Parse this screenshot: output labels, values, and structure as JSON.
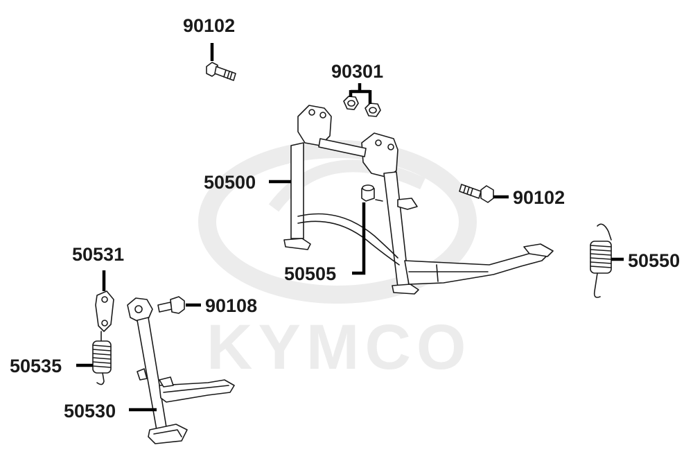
{
  "watermark": {
    "brand_text": "KYMCO",
    "color": "#ececec"
  },
  "callouts": [
    {
      "id": "top-bolt",
      "part_number": "90102"
    },
    {
      "id": "nuts",
      "part_number": "90301"
    },
    {
      "id": "main-stand",
      "part_number": "50500"
    },
    {
      "id": "right-bolt",
      "part_number": "90102"
    },
    {
      "id": "stand-collar",
      "part_number": "50505"
    },
    {
      "id": "main-stand-spring",
      "part_number": "50550"
    },
    {
      "id": "side-stand-plate",
      "part_number": "50531"
    },
    {
      "id": "pivot-bolt",
      "part_number": "90108"
    },
    {
      "id": "side-stand-spring",
      "part_number": "50535"
    },
    {
      "id": "side-stand",
      "part_number": "50530"
    }
  ],
  "colors": {
    "line": "#1a1a1a",
    "label": "#1a1a1a",
    "background": "#ffffff"
  }
}
